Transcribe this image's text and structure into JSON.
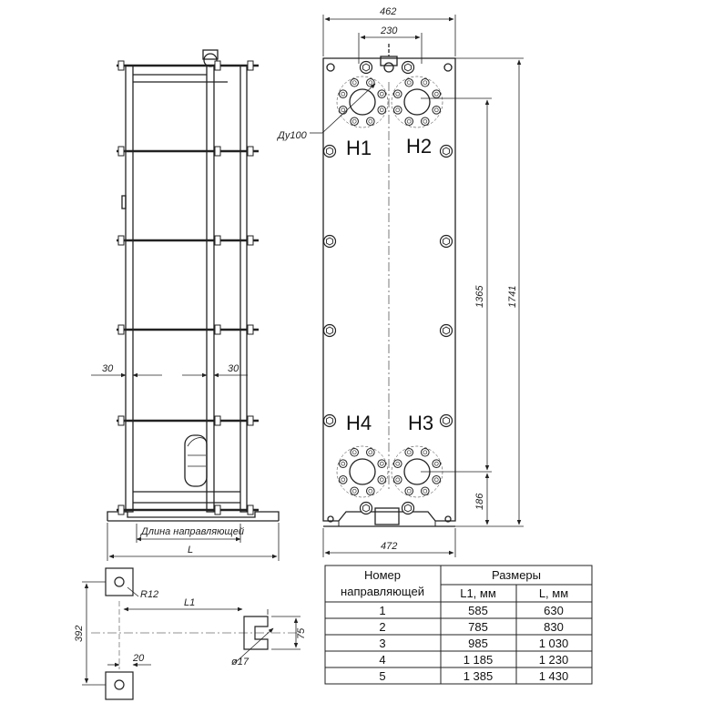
{
  "side_view": {
    "dim_left_30": "30",
    "dim_right_30": "30",
    "guide_length_label": "Длина направляющей",
    "label_L": "L"
  },
  "front_view": {
    "dim_462": "462",
    "dim_230": "230",
    "dim_472": "472",
    "dim_1365": "1365",
    "dim_1741": "1741",
    "dim_186": "186",
    "label_du100": "Ду100",
    "port_h1": "Н1",
    "port_h2": "Н2",
    "port_h3": "Н3",
    "port_h4": "Н4"
  },
  "detail_view": {
    "dim_392": "392",
    "label_r12": "R12",
    "label_l1": "L1",
    "dim_75": "75",
    "dim_20": "20",
    "label_d17": "ø17"
  },
  "table": {
    "header_col1_line1": "Номер",
    "header_col1_line2": "направляющей",
    "header_sizes": "Размеры",
    "header_l1": "L1, мм",
    "header_l": "L, мм",
    "rows": [
      {
        "num": "1",
        "l1": "585",
        "l": "630"
      },
      {
        "num": "2",
        "l1": "785",
        "l": "830"
      },
      {
        "num": "3",
        "l1": "985",
        "l": "1 030"
      },
      {
        "num": "4",
        "l1": "1 185",
        "l": "1 230"
      },
      {
        "num": "5",
        "l1": "1 385",
        "l": "1 430"
      }
    ]
  }
}
